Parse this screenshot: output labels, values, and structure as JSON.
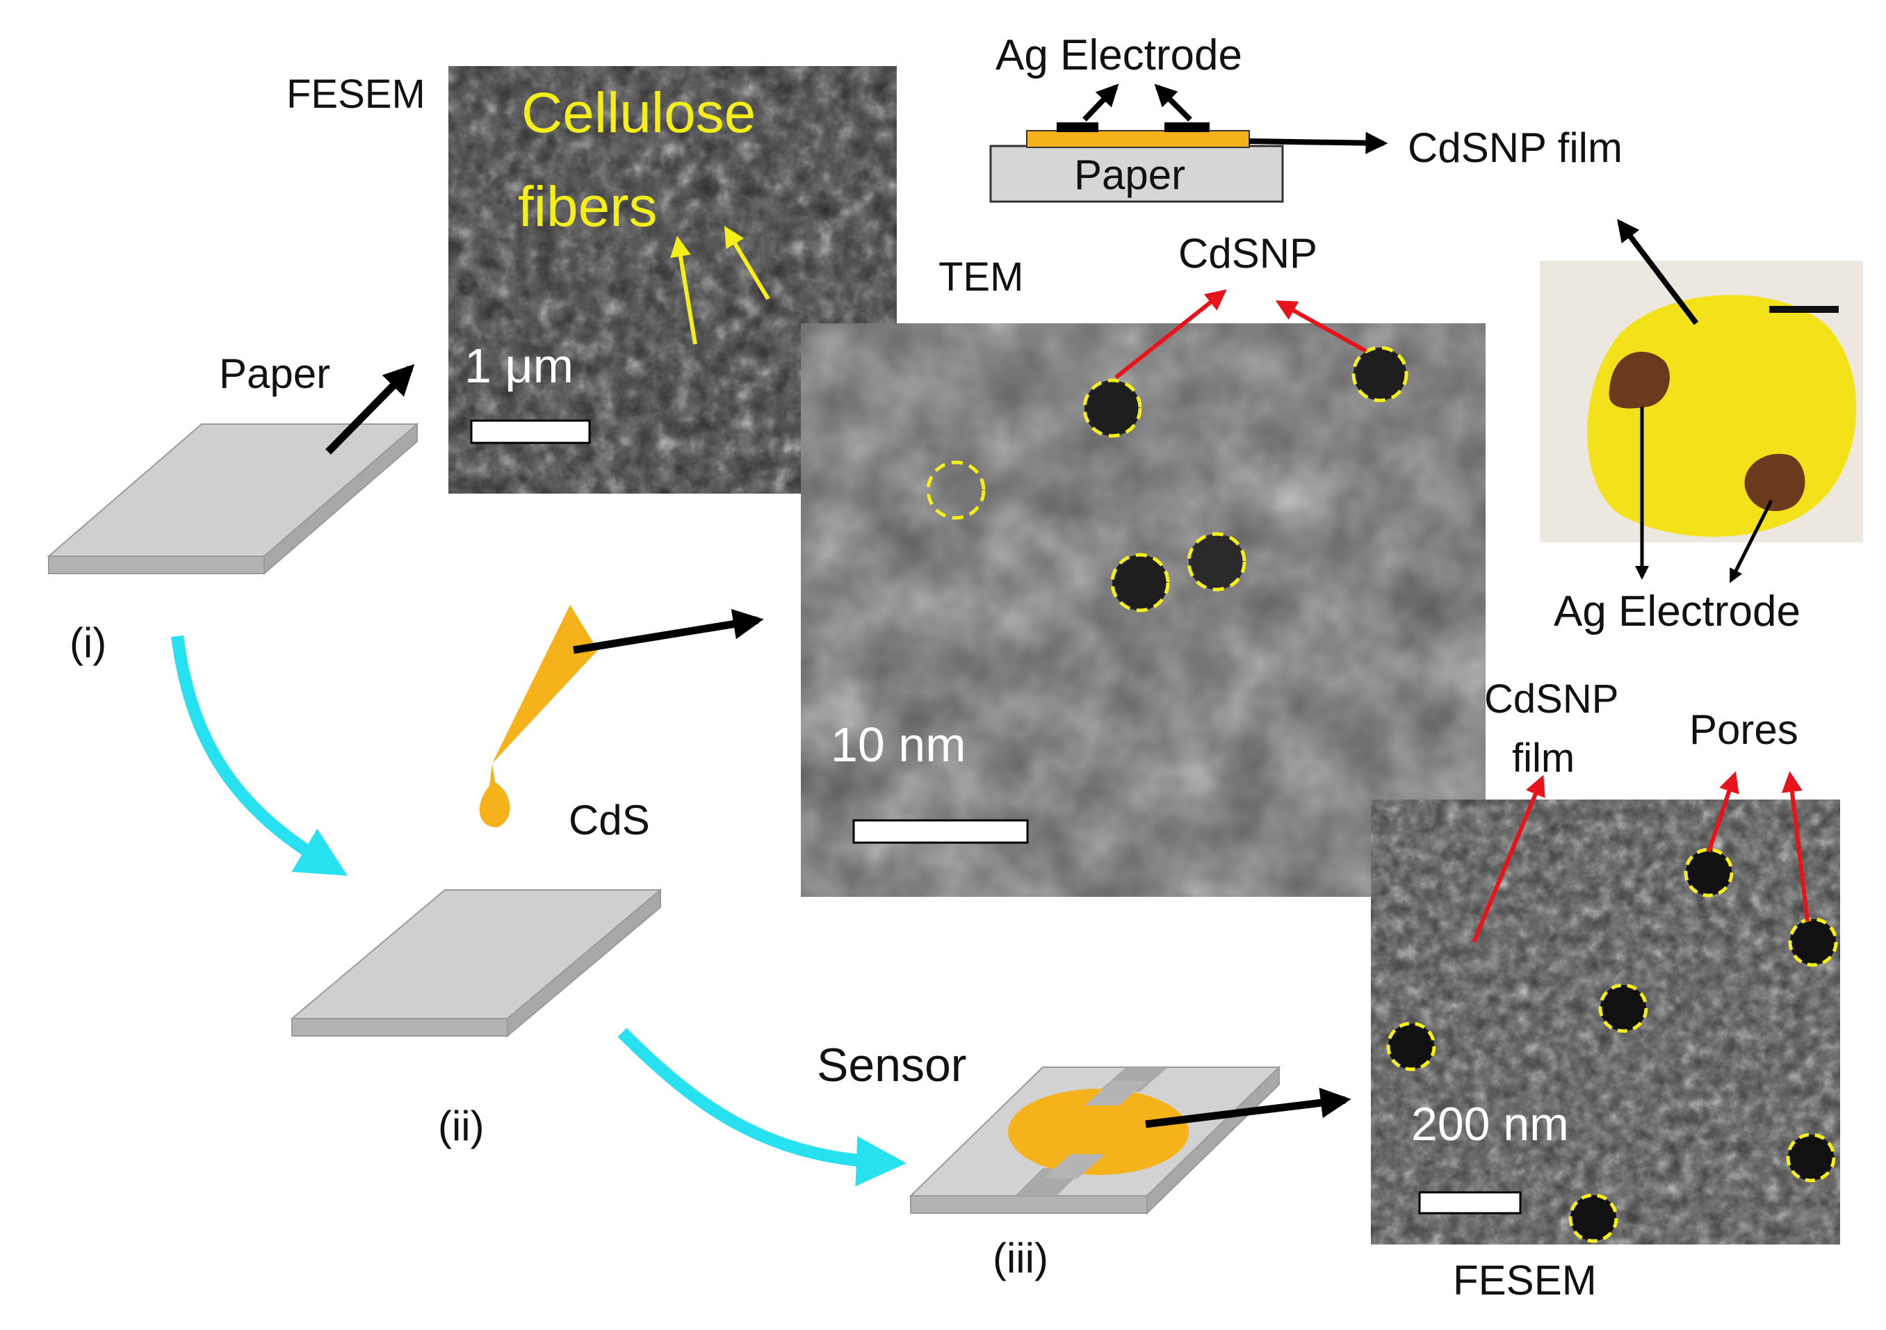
{
  "process": {
    "paper_label": "Paper",
    "step_i": "(i)",
    "step_ii": "(ii)",
    "step_iii": "(iii)",
    "cds_label": "CdS",
    "sensor_label": "Sensor"
  },
  "fesem_top": {
    "title": "FESEM",
    "annotation_line1": "Cellulose",
    "annotation_line2": "fibers",
    "scale_label": "1 μm"
  },
  "device_schematic": {
    "electrode_label": "Ag Electrode",
    "substrate_label": "Paper",
    "film_label": "CdSNP film"
  },
  "tem": {
    "title": "TEM",
    "particle_label": "CdSNP",
    "scale_label": "10 nm"
  },
  "photo": {
    "electrode_label": "Ag Electrode"
  },
  "fesem_bottom": {
    "title": "FESEM",
    "film_label_line1": "CdSNP",
    "film_label_line2": "film",
    "pores_label": "Pores",
    "scale_label": "200 nm"
  },
  "colors": {
    "substrate": "#c8c8c8",
    "cds_orange": "#f5b21b",
    "flow_arrow": "#27e0f0",
    "annotation_yellow": "#f4ee1a",
    "pointer_red": "#e8141b",
    "photo_yellow": "#f3e21a",
    "electrode_brown": "#6b3a1c"
  }
}
